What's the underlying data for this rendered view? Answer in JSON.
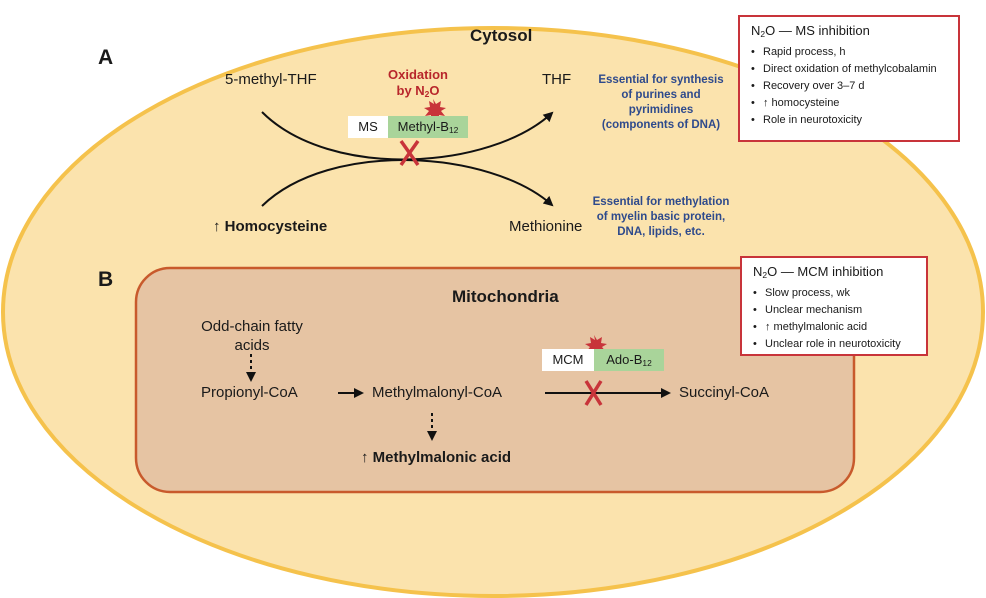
{
  "colors": {
    "cytosol_fill": "#fbe3ad",
    "cytosol_border": "#f5c24c",
    "mito_fill": "#e6c4a3",
    "mito_border": "#c85a2c",
    "cofactor_fill": "#a9d49a",
    "inhibition_red": "#c8343a",
    "note_blue": "#2e4a8c"
  },
  "panel_a": {
    "letter": "A",
    "compartment": "Cytosol",
    "substrate": "5-methyl-THF",
    "product": "THF",
    "oxidation_line1": "Oxidation",
    "oxidation_line2_prefix": "by N",
    "oxidation_sub": "2",
    "oxidation_line2_suffix": "O",
    "enzyme": "MS",
    "cofactor_prefix": "Methyl-B",
    "cofactor_sub": "12",
    "homocysteine_arrow": "↑",
    "homocysteine": "Homocysteine",
    "methionine": "Methionine",
    "note_synthesis": "Essential for synthesis of purines and pyrimidines (components of DNA)",
    "note_methylation": "Essential for methylation of myelin basic protein, DNA, lipids, etc."
  },
  "panel_b": {
    "letter": "B",
    "compartment": "Mitochondria",
    "precursor_line1": "Odd-chain fatty",
    "precursor_line2": "acids",
    "propionyl": "Propionyl-CoA",
    "methylmalonyl": "Methylmalonyl-CoA",
    "succinyl": "Succinyl-CoA",
    "acid_arrow": "↑",
    "acid": "Methylmalonic acid",
    "enzyme": "MCM",
    "cofactor_prefix": "Ado-B",
    "cofactor_sub": "12"
  },
  "box_ms": {
    "title_prefix": "N",
    "title_sub": "2",
    "title_suffix": "O — MS inhibition",
    "items": [
      "Rapid process, h",
      "Direct oxidation of methylcobalamin",
      "Recovery over 3–7 d",
      "↑ homocysteine",
      "Role in neurotoxicity"
    ]
  },
  "box_mcm": {
    "title_prefix": "N",
    "title_sub": "2",
    "title_suffix": "O — MCM inhibition",
    "items": [
      "Slow process, wk",
      "Unclear mechanism",
      "↑ methylmalonic acid",
      "Unclear role in neurotoxicity"
    ]
  }
}
